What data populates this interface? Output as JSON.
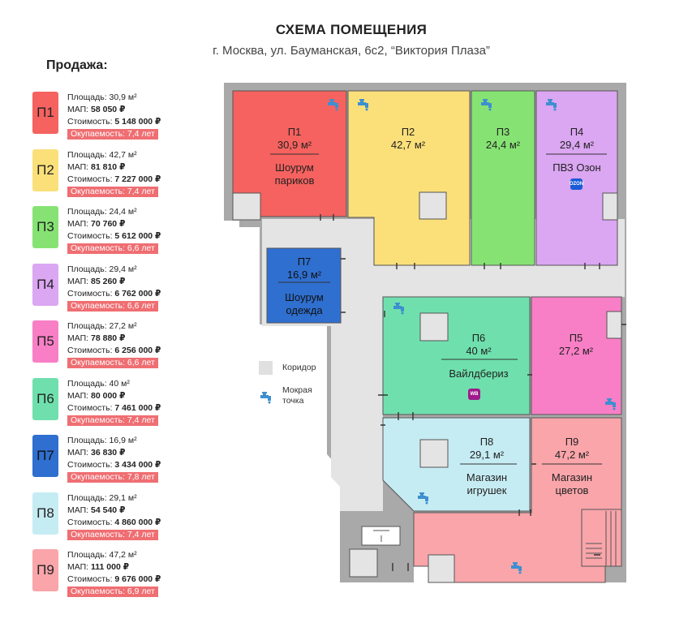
{
  "header": {
    "title": "СХЕМА ПОМЕЩЕНИЯ",
    "address": "г. Москва, ул. Бауманская, 6с2, “Виктория Плаза”"
  },
  "sale_label": "Продажа:",
  "colors": {
    "p1": "#f5625f",
    "p2": "#fbe07a",
    "p3": "#86e373",
    "p4": "#dba6f2",
    "p5": "#f87fc6",
    "p6": "#6fe0ad",
    "p7": "#2f6fcf",
    "p8": "#c6ecf3",
    "p9": "#f9a5aa",
    "corridor": "#e0e0e0",
    "walls": "#a9a9a9"
  },
  "cards": [
    {
      "id": "П1",
      "area": "Площадь: 30,9 м²",
      "map_label": "МАП:",
      "map_value": "58 050 ₽",
      "cost_label": "Стоимость:",
      "cost_value": "5 148 000 ₽",
      "payback": "Окупаемость: 7,4 лет"
    },
    {
      "id": "П2",
      "area": "Площадь: 42,7 м²",
      "map_label": "МАП:",
      "map_value": "81 810 ₽",
      "cost_label": "Стоимость:",
      "cost_value": "7 227 000 ₽",
      "payback": "Окупаемость: 7,4 лет"
    },
    {
      "id": "П3",
      "area": "Площадь: 24,4 м²",
      "map_label": "МАП:",
      "map_value": "70 760 ₽",
      "cost_label": "Стоимость:",
      "cost_value": "5 612 000 ₽",
      "payback": "Окупаемость: 6,6 лет"
    },
    {
      "id": "П4",
      "area": "Площадь: 29,4 м²",
      "map_label": "МАП:",
      "map_value": "85 260 ₽",
      "cost_label": "Стоимость:",
      "cost_value": "6 762 000 ₽",
      "payback": "Окупаемость: 6,6 лет"
    },
    {
      "id": "П5",
      "area": "Площадь: 27,2 м²",
      "map_label": "МАП:",
      "map_value": "78 880 ₽",
      "cost_label": "Стоимость:",
      "cost_value": "6 256 000 ₽",
      "payback": "Окупаемость: 6,6 лет"
    },
    {
      "id": "П6",
      "area": "Площадь: 40 м²",
      "map_label": "МАП:",
      "map_value": "80 000 ₽",
      "cost_label": "Стоимость:",
      "cost_value": "7 461 000 ₽",
      "payback": "Окупаемость: 7,4 лет"
    },
    {
      "id": "П7",
      "area": "Площадь: 16,9 м²",
      "map_label": "МАП:",
      "map_value": "36 830 ₽",
      "cost_label": "Стоимость:",
      "cost_value": "3 434 000 ₽",
      "payback": "Окупаемость: 7,8 лет"
    },
    {
      "id": "П8",
      "area": "Площадь: 29,1 м²",
      "map_label": "МАП:",
      "map_value": "54 540 ₽",
      "cost_label": "Стоимость:",
      "cost_value": "4 860 000 ₽",
      "payback": "Окупаемость: 7,4 лет"
    },
    {
      "id": "П9",
      "area": "Площадь: 47,2 м²",
      "map_label": "МАП:",
      "map_value": "111 000 ₽",
      "cost_label": "Стоимость:",
      "cost_value": "9 676 000 ₽",
      "payback": "Окупаемость: 6,9 лет"
    }
  ],
  "rooms": {
    "p1": {
      "id": "П1",
      "area": "30,9 м²",
      "name1": "Шоурум",
      "name2": "париков"
    },
    "p2": {
      "id": "П2",
      "area": "42,7 м²"
    },
    "p3": {
      "id": "П3",
      "area": "24,4 м²"
    },
    "p4": {
      "id": "П4",
      "area": "29,4 м²",
      "name1": "ПВЗ Озон",
      "brand": "OZON"
    },
    "p5": {
      "id": "П5",
      "area": "27,2 м²"
    },
    "p6": {
      "id": "П6",
      "area": "40 м²",
      "name1": "Вайлдбериз",
      "brand": "WB"
    },
    "p7": {
      "id": "П7",
      "area": "16,9 м²",
      "name1": "Шоурум",
      "name2": "одежда"
    },
    "p8": {
      "id": "П8",
      "area": "29,1 м²",
      "name1": "Магазин",
      "name2": "игрушек"
    },
    "p9": {
      "id": "П9",
      "area": "47,2 м²",
      "name1": "Магазин",
      "name2": "цветов"
    }
  },
  "legend": {
    "corridor": "Коридор",
    "wet_point_1": "Мокрая",
    "wet_point_2": "точка"
  },
  "icons": {
    "wet_point": "water-tap-icon",
    "column": "column-square"
  }
}
